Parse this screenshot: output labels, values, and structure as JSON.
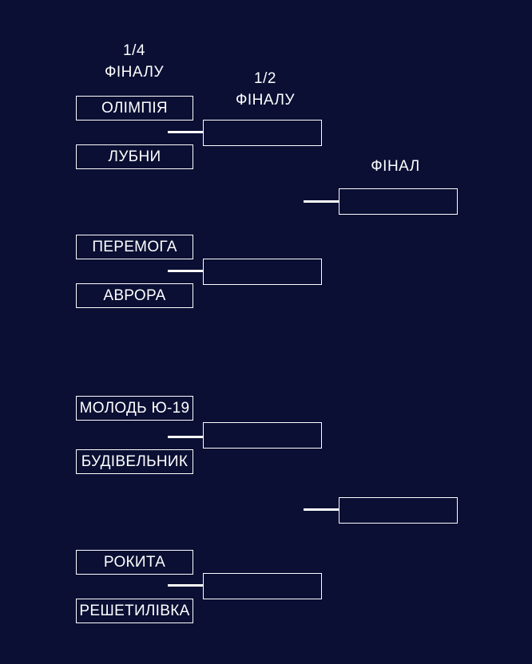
{
  "headings": {
    "quarter_final": [
      "1/4",
      "ФІНАЛУ"
    ],
    "semi_final": [
      "1/2",
      "ФІНАЛУ"
    ],
    "final": "ФІНАЛ"
  },
  "quarter_finals": [
    {
      "team_a": "ОЛІМПІЯ",
      "team_b": "ЛУБНИ"
    },
    {
      "team_a": "ПЕРЕМОГА",
      "team_b": "АВРОРА"
    },
    {
      "team_a": "МОЛОДЬ Ю-19",
      "team_b": "БУДІВЕЛЬНИК"
    },
    {
      "team_a": "РОКИТА",
      "team_b": "РЕШЕТИЛІВКА"
    }
  ],
  "semi_finals": [
    "",
    "",
    "",
    ""
  ],
  "finals": [
    "",
    ""
  ],
  "colors": {
    "background": "#0a0f33",
    "line": "#ffffff",
    "text": "#ffffff"
  }
}
